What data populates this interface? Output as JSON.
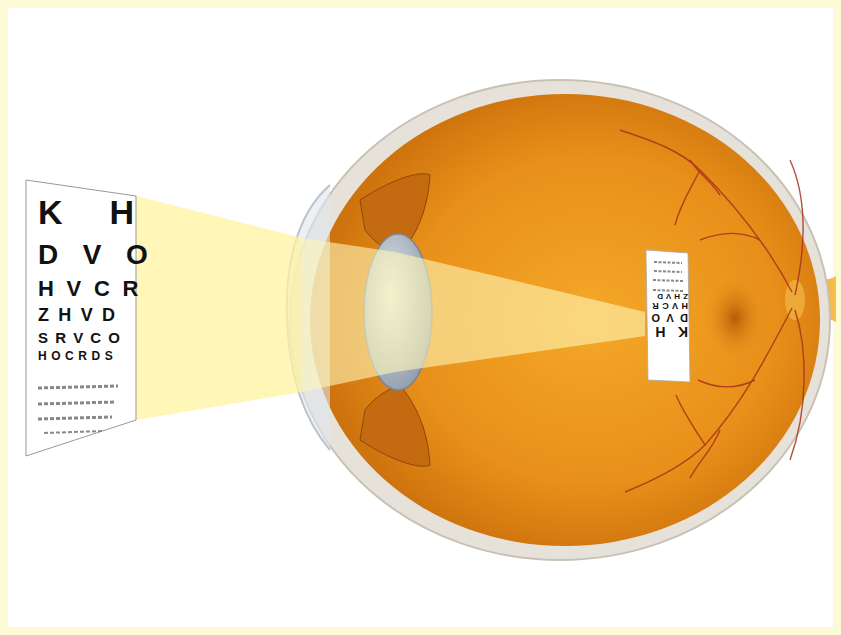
{
  "diagram": {
    "nodes": [
      {
        "text": [
          "K H",
          "D V O",
          "H V C R",
          "Z H V D",
          "S R V C O",
          "H O C R D S"
        ]
      },
      {
        "text": [
          "K H",
          "D V O",
          "H V C R",
          "Z H V D"
        ]
      }
    ]
  }
}
